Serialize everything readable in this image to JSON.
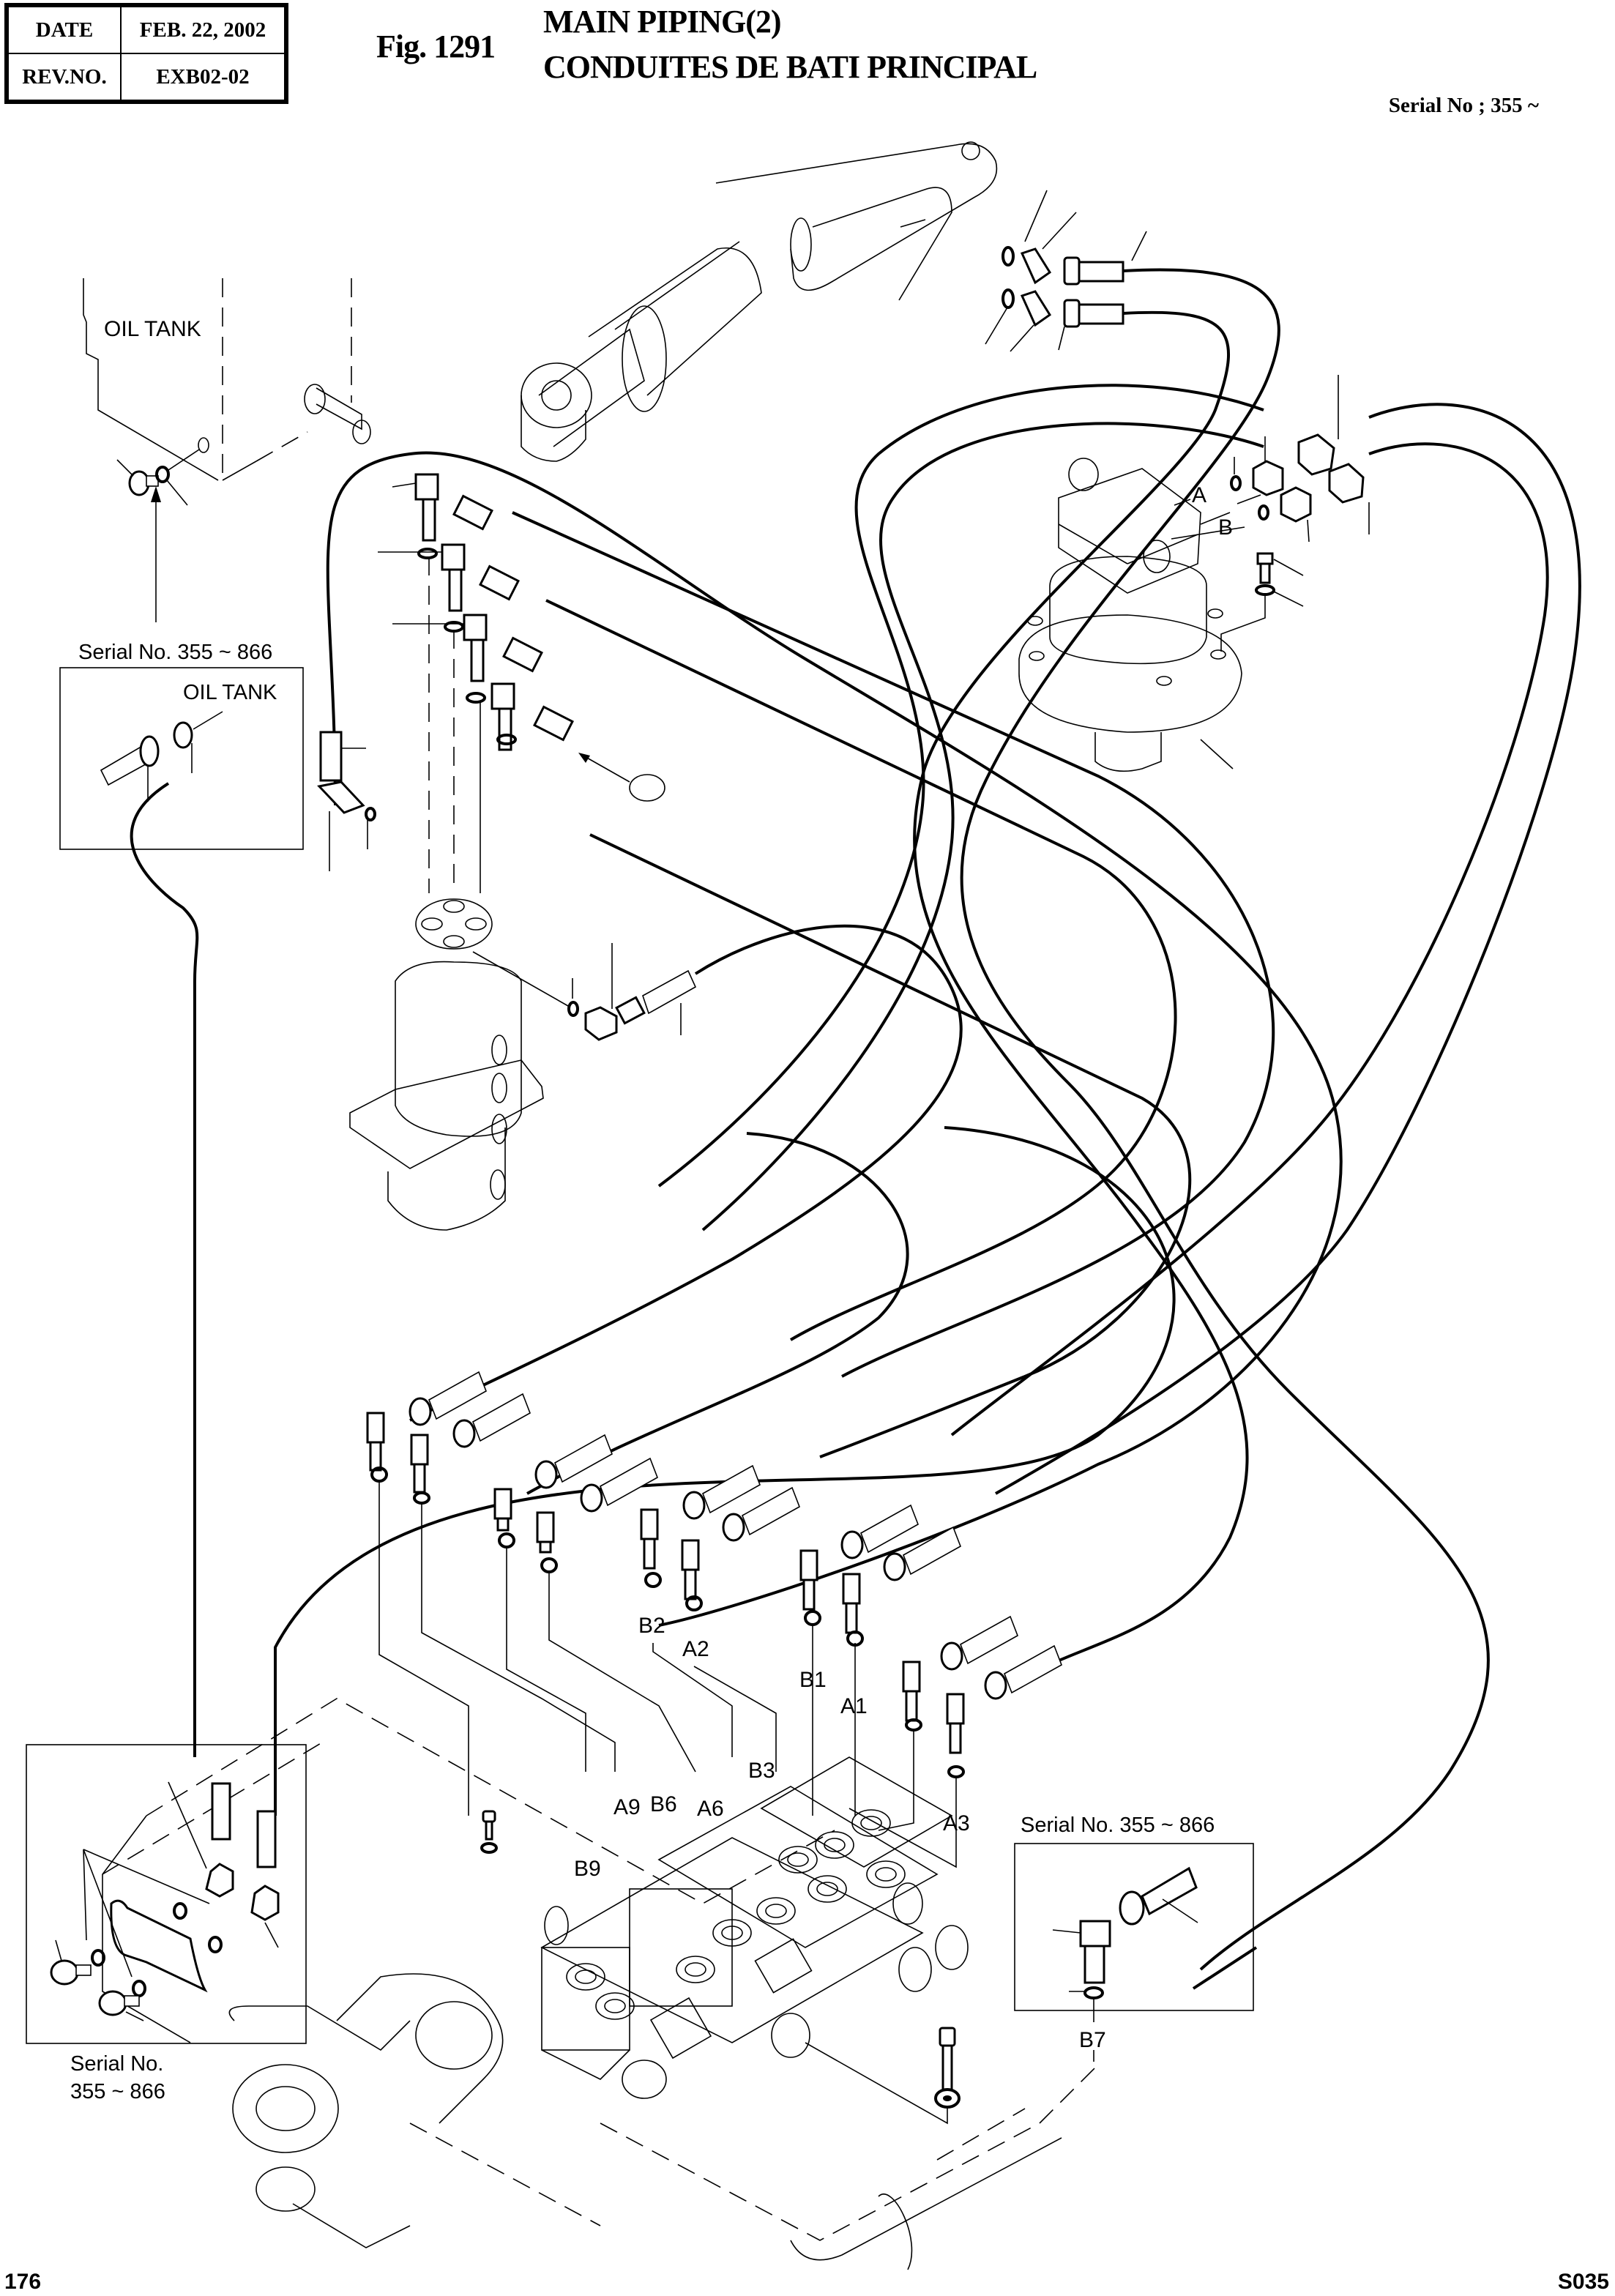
{
  "header": {
    "date_label": "DATE",
    "date_value": "FEB. 22, 2002",
    "rev_label": "REV.NO.",
    "rev_value": "EXB02-02",
    "figure_number": "Fig. 1291",
    "title_en": "MAIN PIPING(2)",
    "title_fr": "CONDUITES DE BATI PRINCIPAL",
    "serial_range": "Serial No ; 355 ~"
  },
  "drawing": {
    "oil_tank_label": "OIL TANK",
    "inset_oil_tank": {
      "serial_label": "Serial No. 355 ~ 866",
      "tank_label": "OIL TANK"
    },
    "inset_bottom_left": {
      "serial_line1": "Serial No.",
      "serial_line2": "355 ~ 866"
    },
    "inset_b7": {
      "serial_label": "Serial No. 355 ~ 866",
      "port_label": "B7"
    },
    "swivel_ports": [
      "A",
      "B"
    ],
    "valve_ports": {
      "B2": "B2",
      "A2": "A2",
      "B1": "B1",
      "A1": "A1",
      "B3": "B3",
      "A3": "A3",
      "A9": "A9",
      "B6": "B6",
      "A6": "A6",
      "B9": "B9"
    }
  },
  "footer": {
    "page_number": "176",
    "sheet_code": "S035"
  }
}
